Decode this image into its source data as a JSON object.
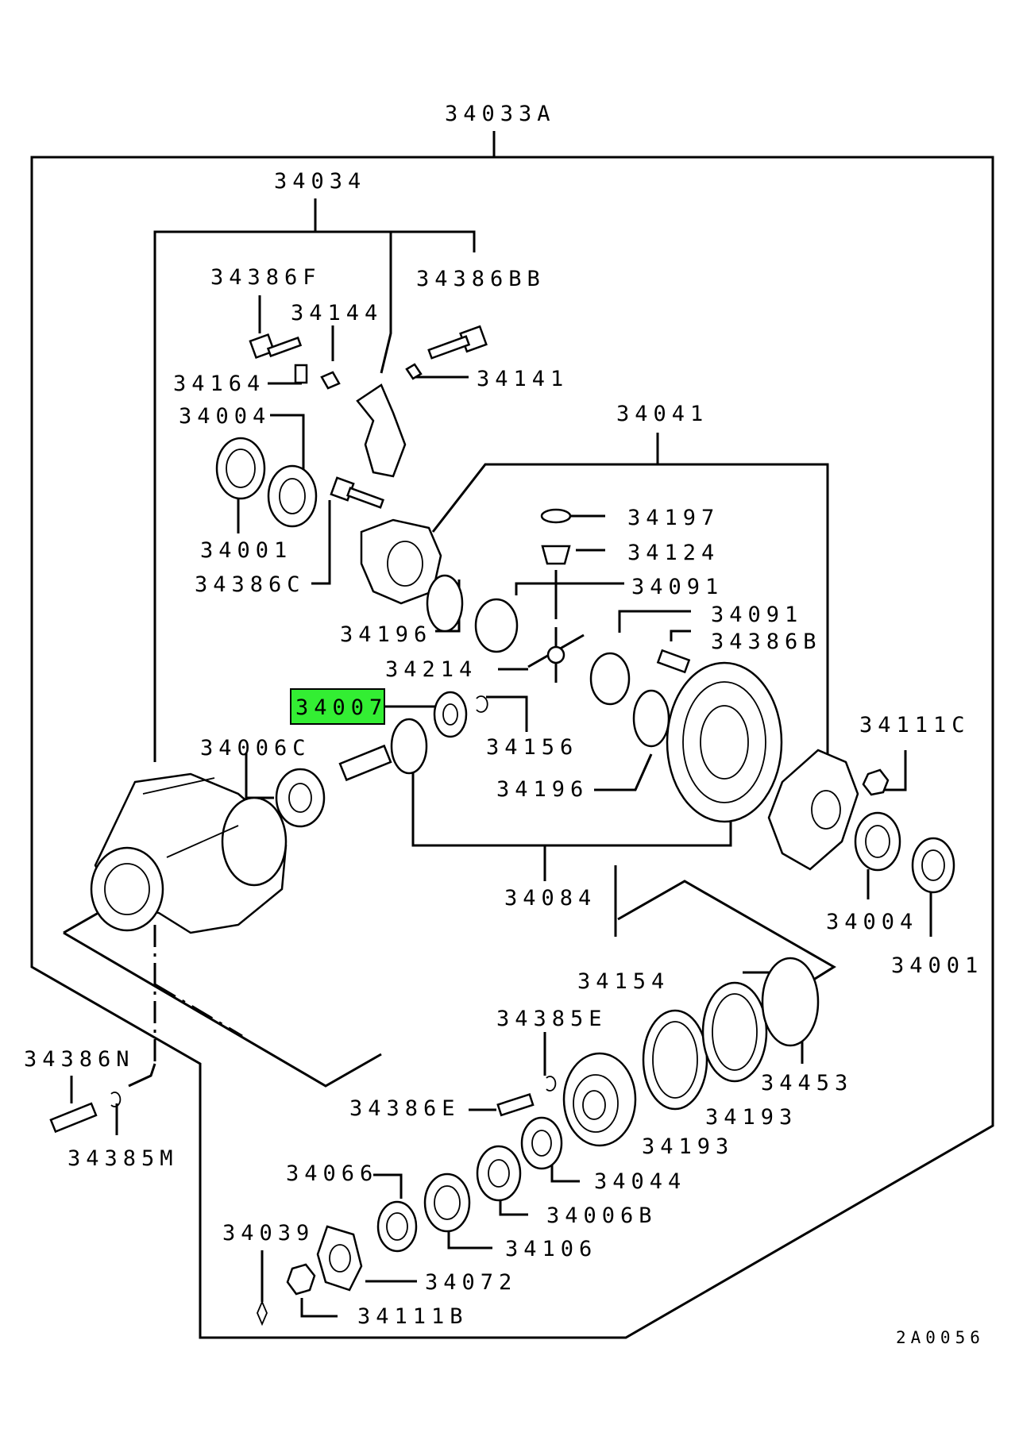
{
  "diagram": {
    "highlight_color": "#33ee33",
    "highlighted_part": "34007",
    "labels": {
      "assy_34033A": "34033A",
      "assy_34034": "34034",
      "p_34386F": "34386F",
      "p_34386BB": "34386BB",
      "p_34144": "34144",
      "p_34164": "34164",
      "p_34141": "34141",
      "p_34004_top": "34004",
      "p_34001_top": "34001",
      "p_34386C": "34386C",
      "assy_34041": "34041",
      "p_34197": "34197",
      "p_34124": "34124",
      "p_34091_a": "34091",
      "p_34091_b": "34091",
      "p_34386B": "34386B",
      "p_34196_a": "34196",
      "p_34214": "34214",
      "p_34007": "34007",
      "p_34156": "34156",
      "p_34111C": "34111C",
      "p_34006C": "34006C",
      "p_34196_b": "34196",
      "assy_34084": "34084",
      "p_34004_bot": "34004",
      "p_34001_bot": "34001",
      "p_34154": "34154",
      "p_34385E": "34385E",
      "p_34386N": "34386N",
      "p_34453": "34453",
      "p_34386E": "34386E",
      "p_34193_a": "34193",
      "p_34193_b": "34193",
      "p_34385M": "34385M",
      "p_34066": "34066",
      "p_34044": "34044",
      "p_34006B": "34006B",
      "p_34039": "34039",
      "p_34106": "34106",
      "p_34072": "34072",
      "p_34111B": "34111B",
      "figure_code": "2A0056"
    }
  }
}
